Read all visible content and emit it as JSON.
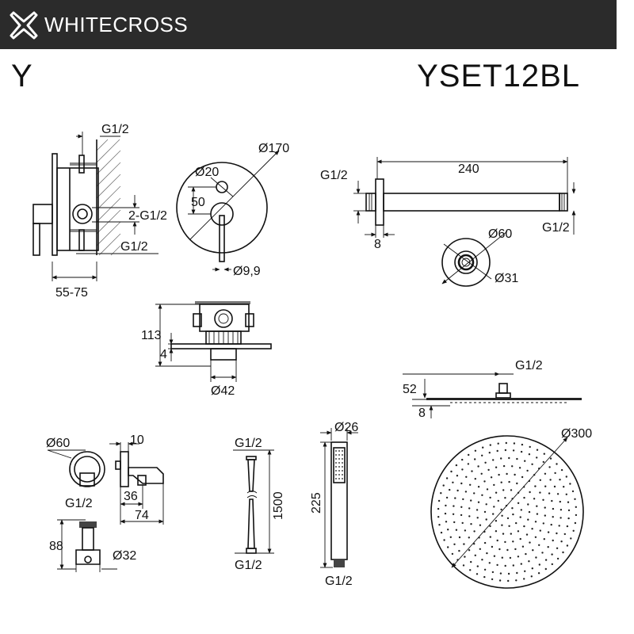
{
  "header": {
    "brand": "WHITECROSS",
    "logo_icon": "cross-logo-icon",
    "background": "#2b2b2b"
  },
  "series_letter": "Y",
  "model_code": "YSET12BL",
  "mixer": {
    "g_top": "G1/2",
    "g_side": "2-G1/2",
    "g_bottom": "G1/2",
    "depth": "55-75"
  },
  "plate": {
    "diameter": "Ø170",
    "hole": "Ø20",
    "offset": "50",
    "lever": "Ø9,9"
  },
  "arm": {
    "g_left": "G1/2",
    "length": "240",
    "g_right": "G1/2",
    "flange": "8",
    "rosette": "Ø60",
    "thread": "Ø31"
  },
  "body": {
    "height": "113",
    "plate": "4",
    "sleeve": "Ø42"
  },
  "overhead_side": {
    "g": "G1/2",
    "height": "52",
    "thickness": "8"
  },
  "holder": {
    "rosette": "Ø60",
    "depth": "10",
    "offset": "36",
    "length": "74",
    "g": "G1/2",
    "height": "88",
    "socket": "Ø32"
  },
  "hose": {
    "g_top": "G1/2",
    "length": "1500",
    "g_bottom": "G1/2"
  },
  "hand_shower": {
    "diameter": "Ø26",
    "length": "225",
    "g": "G1/2"
  },
  "overhead": {
    "diameter": "Ø300"
  }
}
